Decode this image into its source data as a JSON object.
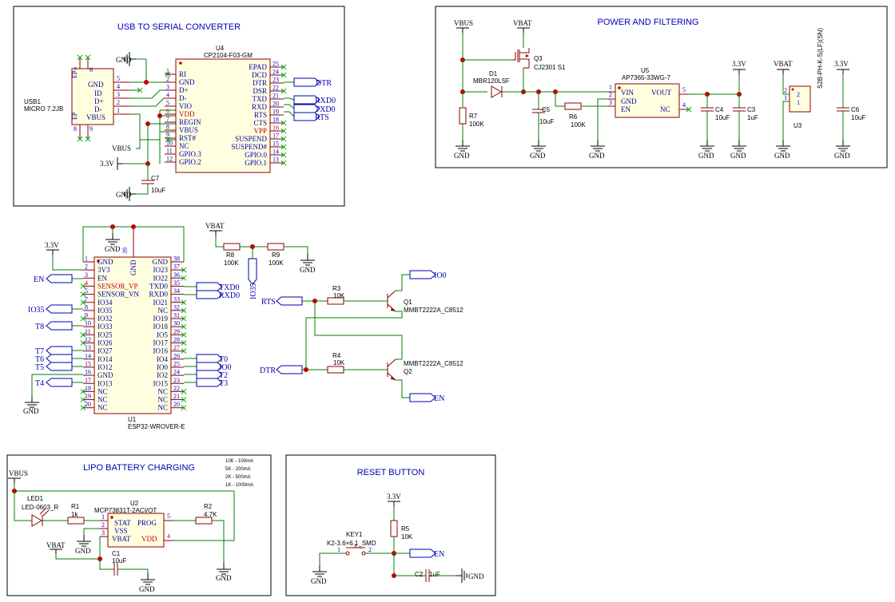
{
  "sections": {
    "usb_serial": "USB TO SERIAL CONVERTER",
    "power": "POWER AND FILTERING",
    "lipo": "LIPO BATTERY CHARGING",
    "reset": "RESET BUTTON"
  },
  "power_labels": {
    "gnd": "GND",
    "vbus": "VBUS",
    "vbat": "VBAT",
    "v33": "3.3V"
  },
  "net_labels": {
    "dtr": "DTR",
    "rts": "RTS",
    "rxd0": "RXD0",
    "txd0": "TXD0",
    "en": "EN",
    "io0": "IO0",
    "io35": "IO35",
    "t8": "T8",
    "t7": "T7",
    "t6": "T6",
    "t5": "T5",
    "t4": "T4",
    "t0": "T0",
    "t2": "T2",
    "t3": "T3"
  },
  "usb1": {
    "designator": "USB1",
    "value": "MICRO 7.2JB",
    "pins": [
      "GND",
      "ID",
      "D+",
      "D-",
      "VBUS"
    ],
    "ep": "EP"
  },
  "u4": {
    "designator": "U4",
    "value": "CP2104-F03-GM",
    "left_pins": [
      {
        "num": "1",
        "name": "RI"
      },
      {
        "num": "2",
        "name": "GND"
      },
      {
        "num": "3",
        "name": "D+"
      },
      {
        "num": "4",
        "name": "D-"
      },
      {
        "num": "5",
        "name": "VIO"
      },
      {
        "num": "6",
        "name": "VDD"
      },
      {
        "num": "7",
        "name": "REGIN"
      },
      {
        "num": "8",
        "name": "VBUS"
      },
      {
        "num": "9",
        "name": "RST#"
      },
      {
        "num": "10",
        "name": "NC"
      },
      {
        "num": "11",
        "name": "GPIO.3"
      },
      {
        "num": "12",
        "name": "GPIO.2"
      }
    ],
    "right_pins": [
      {
        "num": "25",
        "name": "EPAD"
      },
      {
        "num": "24",
        "name": "DCD"
      },
      {
        "num": "23",
        "name": "DTR"
      },
      {
        "num": "22",
        "name": "DSR"
      },
      {
        "num": "21",
        "name": "TXD"
      },
      {
        "num": "20",
        "name": "RXD"
      },
      {
        "num": "19",
        "name": "RTS"
      },
      {
        "num": "18",
        "name": "CTS"
      },
      {
        "num": "16",
        "name": "VPP"
      },
      {
        "num": "17",
        "name": "SUSPEND"
      },
      {
        "num": "15",
        "name": "SUSPEND#"
      },
      {
        "num": "14",
        "name": "GPIO.0"
      },
      {
        "num": "13",
        "name": "GPIO.1"
      }
    ]
  },
  "c7": {
    "designator": "C7",
    "value": "10uF"
  },
  "q3": {
    "designator": "Q3",
    "value": "CJ2301 S1"
  },
  "d1": {
    "designator": "D1",
    "value": "MBR120LSF"
  },
  "r7": {
    "designator": "R7",
    "value": "100K"
  },
  "c5": {
    "designator": "C5",
    "value": "10uF"
  },
  "r6": {
    "designator": "R6",
    "value": "100K"
  },
  "u5": {
    "designator": "U5",
    "value": "AP7365-33WG-7",
    "pins": [
      {
        "num": "1",
        "name": "VIN"
      },
      {
        "num": "2",
        "name": "GND"
      },
      {
        "num": "3",
        "name": "EN"
      },
      {
        "num": "5",
        "name": "VOUT"
      },
      {
        "num": "4",
        "name": "NC"
      }
    ]
  },
  "c4": {
    "designator": "C4",
    "value": "10uF"
  },
  "c3": {
    "designator": "C3",
    "value": "1uF"
  },
  "u3": {
    "designator": "U3",
    "value": "S2B-PH-K-S(LF)(SN)",
    "pins": [
      "2",
      "1"
    ]
  },
  "c6": {
    "designator": "C6",
    "value": "10uF"
  },
  "u1": {
    "designator": "U1",
    "value": "ESP32-WROVER-E",
    "top_pin": {
      "num": "39",
      "name": "GND"
    },
    "left_pins": [
      {
        "num": "1",
        "name": "GND"
      },
      {
        "num": "2",
        "name": "3V3"
      },
      {
        "num": "3",
        "name": "EN"
      },
      {
        "num": "4",
        "name": "SENSOR_VP"
      },
      {
        "num": "5",
        "name": "SENSOR_VN"
      },
      {
        "num": "7",
        "name": "IO34"
      },
      {
        "num": "8",
        "name": "IO35"
      },
      {
        "num": "9",
        "name": "IO32"
      },
      {
        "num": "10",
        "name": "IO33"
      },
      {
        "num": "11",
        "name": "IO25"
      },
      {
        "num": "12",
        "name": "IO26"
      },
      {
        "num": "13",
        "name": "IO27"
      },
      {
        "num": "14",
        "name": "IO14"
      },
      {
        "num": "15",
        "name": "IO12"
      },
      {
        "num": "16",
        "name": "GND"
      },
      {
        "num": "17",
        "name": "IO13"
      },
      {
        "num": "18",
        "name": "NC"
      },
      {
        "num": "19",
        "name": "NC"
      },
      {
        "num": "20",
        "name": "NC"
      }
    ],
    "right_pins": [
      {
        "num": "38",
        "name": "GND"
      },
      {
        "num": "37",
        "name": "IO23"
      },
      {
        "num": "36",
        "name": "IO22"
      },
      {
        "num": "35",
        "name": "TXD0"
      },
      {
        "num": "34",
        "name": "RXD0"
      },
      {
        "num": "33",
        "name": "IO21"
      },
      {
        "num": "32",
        "name": "NC"
      },
      {
        "num": "31",
        "name": "IO19"
      },
      {
        "num": "30",
        "name": "IO18"
      },
      {
        "num": "29",
        "name": "IO5"
      },
      {
        "num": "28",
        "name": "IO17"
      },
      {
        "num": "27",
        "name": "IO16"
      },
      {
        "num": "26",
        "name": "IO4"
      },
      {
        "num": "25",
        "name": "IO0"
      },
      {
        "num": "24",
        "name": "IO2"
      },
      {
        "num": "23",
        "name": "IO15"
      },
      {
        "num": "22",
        "name": "NC"
      },
      {
        "num": "21",
        "name": "NC"
      },
      {
        "num": "20",
        "name": "NC"
      }
    ]
  },
  "r8": {
    "designator": "R8",
    "value": "100K"
  },
  "r9": {
    "designator": "R9",
    "value": "100K"
  },
  "r3": {
    "designator": "R3",
    "value": "10K"
  },
  "q1": {
    "designator": "Q1",
    "value": "MMBT2222A_C8512"
  },
  "r4": {
    "designator": "R4",
    "value": "10K"
  },
  "q2": {
    "designator": "Q2",
    "value": "MMBT2222A_C8512"
  },
  "lipo_notes": [
    "10K - 100mA",
    "5K - 200mA",
    "2K - 500mA",
    "1K - 1000mA"
  ],
  "led1": {
    "designator": "LED1",
    "value": "LED-0603_R"
  },
  "r1": {
    "designator": "R1",
    "value": "1k"
  },
  "u2": {
    "designator": "U2",
    "value": "MCP73831T-2ACI/OT",
    "pins": [
      {
        "num": "1",
        "name": "STAT"
      },
      {
        "num": "5",
        "name": "PROG"
      },
      {
        "num": "2",
        "name": "VSS"
      },
      {
        "num": "3",
        "name": "VBAT"
      },
      {
        "num": "4",
        "name": "VDD"
      }
    ]
  },
  "r2": {
    "designator": "R2",
    "value": "4.7K"
  },
  "c1": {
    "designator": "C1",
    "value": "10uF"
  },
  "key1": {
    "designator": "KEY1",
    "value": "K2-3.6×6.1_SMD",
    "pins": [
      "1",
      "2"
    ]
  },
  "r5": {
    "designator": "R5",
    "value": "10K"
  },
  "c2": {
    "designator": "C2",
    "value": "1uF"
  }
}
